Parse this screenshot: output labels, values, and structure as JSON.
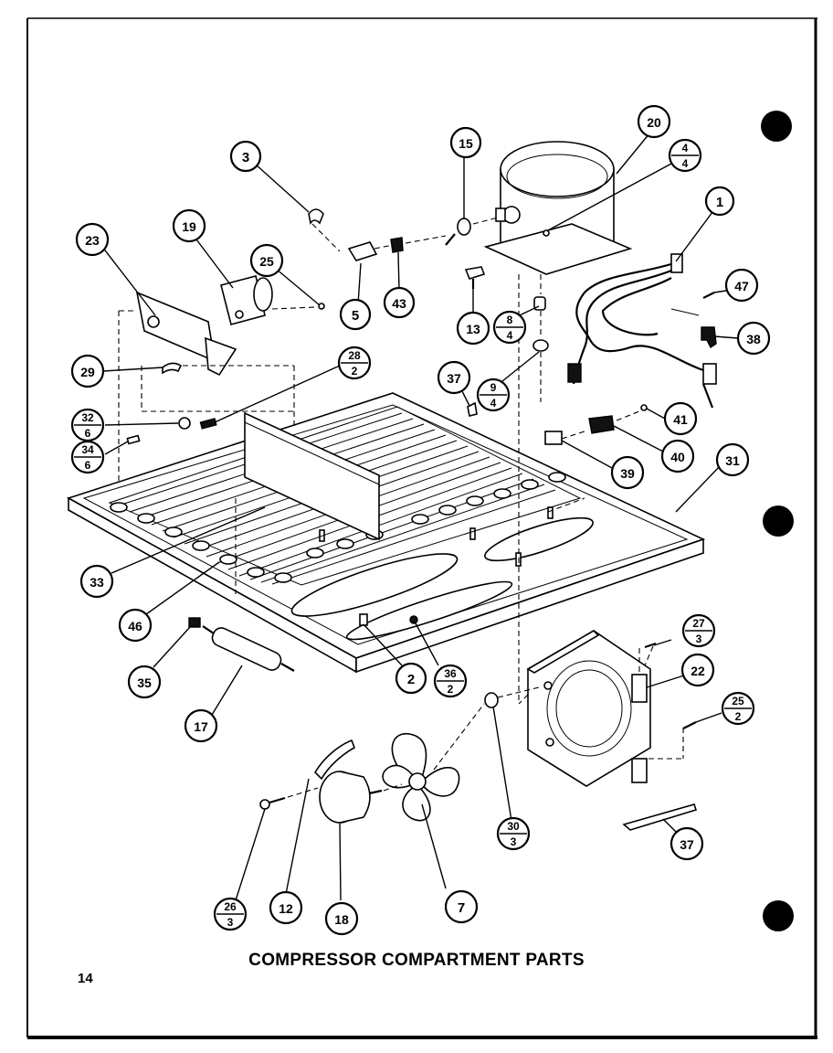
{
  "page": {
    "title": "COMPRESSOR COMPARTMENT PARTS",
    "page_number": "14"
  },
  "callouts": {
    "c1": "1",
    "c2": "2",
    "c3": "3",
    "c5": "5",
    "c7": "7",
    "c12": "12",
    "c13": "13",
    "c15": "15",
    "c17": "17",
    "c18": "18",
    "c19": "19",
    "c20": "20",
    "c22": "22",
    "c23": "23",
    "c25": "25",
    "c29": "29",
    "c31": "31",
    "c33": "33",
    "c35": "35",
    "c37a": "37",
    "c37b": "37",
    "c38": "38",
    "c39": "39",
    "c40": "40",
    "c41": "41",
    "c43": "43",
    "c46": "46",
    "c47": "47"
  },
  "fraction_callouts": {
    "f4_4": {
      "top": "4",
      "bottom": "4"
    },
    "f8_4": {
      "top": "8",
      "bottom": "4"
    },
    "f9_4": {
      "top": "9",
      "bottom": "4"
    },
    "f28_2": {
      "top": "28",
      "bottom": "2"
    },
    "f32_6": {
      "top": "32",
      "bottom": "6"
    },
    "f34_6": {
      "top": "34",
      "bottom": "6"
    },
    "f27_3": {
      "top": "27",
      "bottom": "3"
    },
    "f25_2": {
      "top": "25",
      "bottom": "2"
    },
    "f36_2": {
      "top": "36",
      "bottom": "2"
    },
    "f30_3": {
      "top": "30",
      "bottom": "3"
    },
    "f26_3": {
      "top": "26",
      "bottom": "3"
    }
  }
}
